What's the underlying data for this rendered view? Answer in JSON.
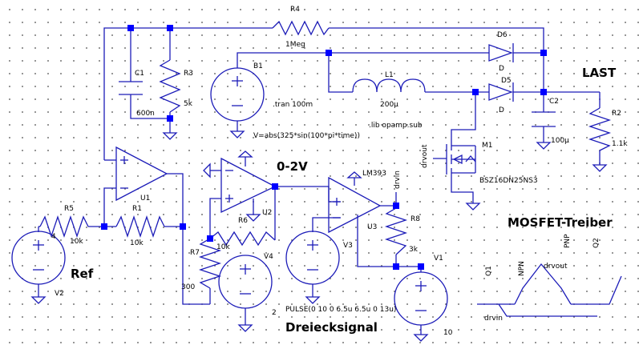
{
  "labels": {
    "last": "LAST",
    "range": "0-2V",
    "ref": "Ref",
    "mosfet_treiber": "MOSFET-Treiber",
    "dreiecksignal": "Dreiecksignal"
  },
  "components": {
    "r4": {
      "name": "R4",
      "value": "1Meg"
    },
    "c1": {
      "name": "C1",
      "value": "600n"
    },
    "r3": {
      "name": "R3",
      "value": "5k"
    },
    "b1": {
      "name": "B1",
      "value": "V=abs(325*sin(100*pi*time))"
    },
    "d6": {
      "name": "D6",
      "value": "D"
    },
    "d5": {
      "name": "D5",
      "value": "D"
    },
    "l1": {
      "name": "L1",
      "value": "200µ"
    },
    "c2": {
      "name": "C2",
      "value": "100µ"
    },
    "r2": {
      "name": "R2",
      "value": "1.1k"
    },
    "m1": {
      "name": "M1",
      "value": "BSZ16DN25NS3"
    },
    "u1": {
      "name": "U1"
    },
    "u2": {
      "name": "U2"
    },
    "u3": {
      "name": "U3",
      "value": "LM393"
    },
    "r5": {
      "name": "R5",
      "value": "10k"
    },
    "r1": {
      "name": "R1",
      "value": "10k"
    },
    "r6": {
      "name": "R6",
      "value": "10k"
    },
    "r7": {
      "name": "R7",
      "value": "300"
    },
    "r8": {
      "name": "R8",
      "value": "3k"
    },
    "v1": {
      "name": "V1",
      "value": "10"
    },
    "v2": {
      "name": "V2",
      "value": "4"
    },
    "v3": {
      "name": "V3"
    },
    "v4": {
      "name": "V4",
      "value": "2",
      "pulse": "PULSE(0 10 0 6.5u 6.5u 0 13u)"
    },
    "q1": {
      "name": "Q1",
      "type": "NPN"
    },
    "q2": {
      "name": "Q2",
      "type": "PNP"
    }
  },
  "directives": {
    "tran": ".tran 100m",
    "lib": ".lib opamp.sub"
  },
  "nets": {
    "drvout": "drvout",
    "drvin": "drvin"
  },
  "colors": {
    "wire": "#1c1cb8",
    "junction": "#0000ff",
    "grid_dot": "#7a7a7a"
  }
}
